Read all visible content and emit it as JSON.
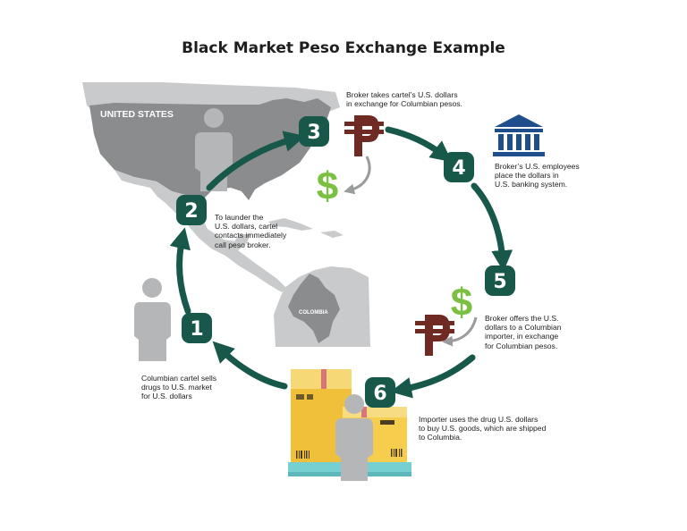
{
  "title": "Black Market Peso Exchange Example",
  "colors": {
    "step_green": "#17584b",
    "dollar_green": "#7cc043",
    "peso_maroon": "#6f2a24",
    "bank_blue": "#1f4e8c",
    "map_gray": "#898b8c",
    "map_light": "#c6c7c8",
    "person_gray": "#b3b4b5",
    "box_yellow": "#f6cd4d",
    "pallet_teal": "#76cfd0",
    "tape_red": "#d8757b"
  },
  "map": {
    "us_label": "UNITED STATES",
    "colombia_label": "COLOMBIA"
  },
  "steps": [
    {
      "number": "1",
      "lines": [
        "Columbian cartel sells",
        "drugs to U.S. market",
        "for U.S. dollars"
      ]
    },
    {
      "number": "2",
      "lines": [
        "To launder the",
        "U.S. dollars, cartel",
        "contacts immediately",
        "call peso broker."
      ]
    },
    {
      "number": "3",
      "lines": [
        "Broker takes cartel’s U.S. dollars",
        "in exchange for Columbian pesos."
      ]
    },
    {
      "number": "4",
      "lines": [
        "Broker’s U.S. employees",
        "place the dollars in",
        "U.S. banking system."
      ]
    },
    {
      "number": "5",
      "lines": [
        "Broker offers the U.S.",
        "dollars to a Columbian",
        "importer, in exchange",
        "for Columbian pesos."
      ]
    },
    {
      "number": "6",
      "lines": [
        "Importer uses the drug U.S. dollars",
        "to buy U.S. goods, which are shipped",
        "to Columbia."
      ]
    }
  ],
  "icons": {
    "dollar_symbol": "$",
    "peso_symbol": "peso-icon",
    "bank": "bank-icon",
    "person": "person-icon",
    "boxes": "cardboard-boxes-icon"
  }
}
